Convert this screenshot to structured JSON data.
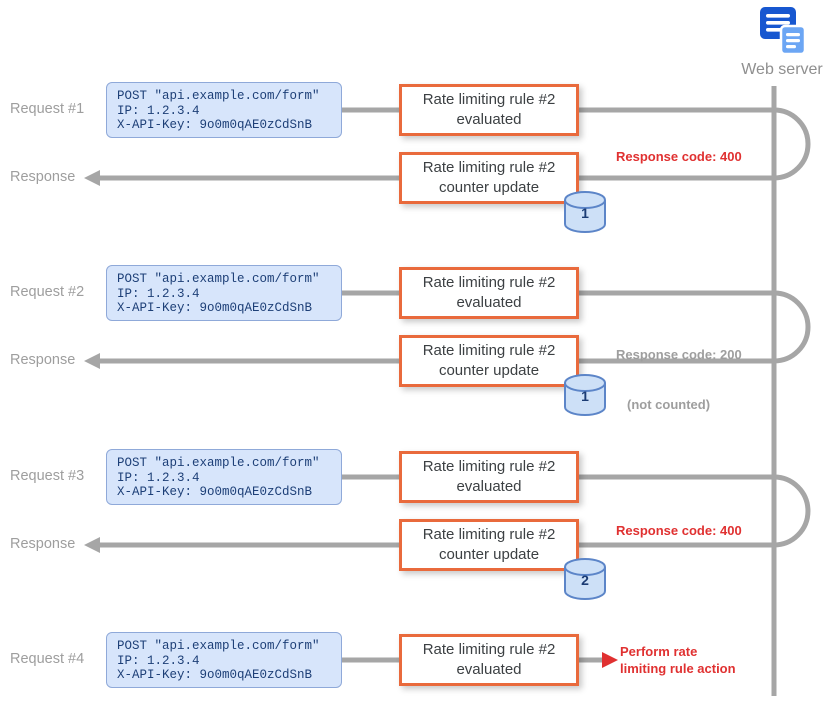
{
  "server": {
    "label": "Web server",
    "icon": "server-stack-icon"
  },
  "request_card": {
    "line1": "POST \"api.example.com/form\"",
    "line2": "IP: 1.2.3.4",
    "line3": "X-API-Key: 9o0m0qAE0zCdSnB"
  },
  "rule_boxes": {
    "evaluated_line1": "Rate limiting rule #2",
    "evaluated_line2": "evaluated",
    "counter_line1": "Rate limiting rule #2",
    "counter_line2": "counter update"
  },
  "side_labels": {
    "request1": "Request #1",
    "response1": "Response",
    "request2": "Request #2",
    "response2": "Response",
    "request3": "Request #3",
    "response3": "Response",
    "request4": "Request #4"
  },
  "counters": {
    "after_response1": "1",
    "after_response2": "1",
    "after_response3": "2"
  },
  "annotations": {
    "response1": "Response code: 400",
    "response2": "Response code: 200",
    "response2_note": "(not counted)",
    "response3": "Response code: 400",
    "request4_line1": "Perform rate",
    "request4_line2": "limiting rule action"
  },
  "colors": {
    "annotation_red": "#e03131",
    "annotation_gray": "#9e9e9e",
    "box_orange_border": "#e96a3c",
    "card_blue_bg": "#d7e5fb",
    "card_blue_border": "#8fa9d9",
    "card_text_blue": "#1d3f77",
    "connector_gray": "#a6a6a6",
    "cylinder_fill": "#cde0f7",
    "cylinder_border": "#5c85c8"
  }
}
